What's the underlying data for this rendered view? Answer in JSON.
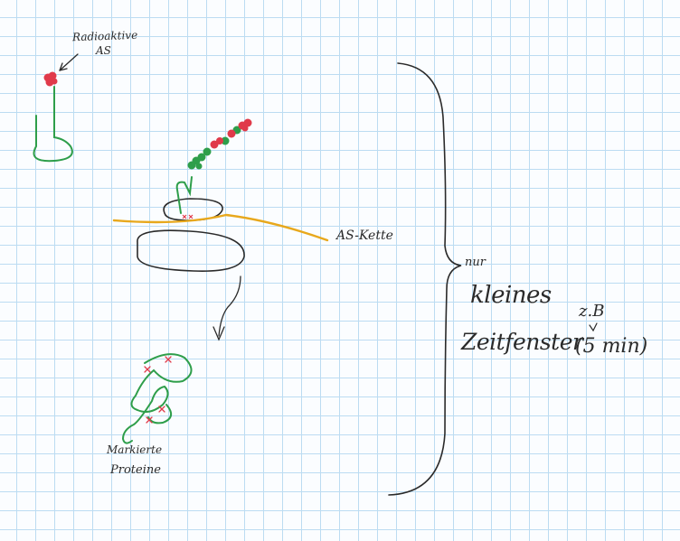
{
  "labels": {
    "radioactive_line1": "Radioaktive",
    "radioactive_line2": "AS",
    "chain": "AS-Kette",
    "nur": "nur",
    "kleines": "kleines",
    "zb": "z.B",
    "zeitfenster": "Zeitfenster",
    "time_window": "(5 min)",
    "marked_line1": "Markierte",
    "marked_line2": "Proteine"
  },
  "colors": {
    "ink": "#2a2a2a",
    "trna_green": "#2e9e4a",
    "amino_acid_red": "#e03a4a",
    "chain_yellow": "#e8a81c",
    "grid": "#bcdcf2"
  }
}
